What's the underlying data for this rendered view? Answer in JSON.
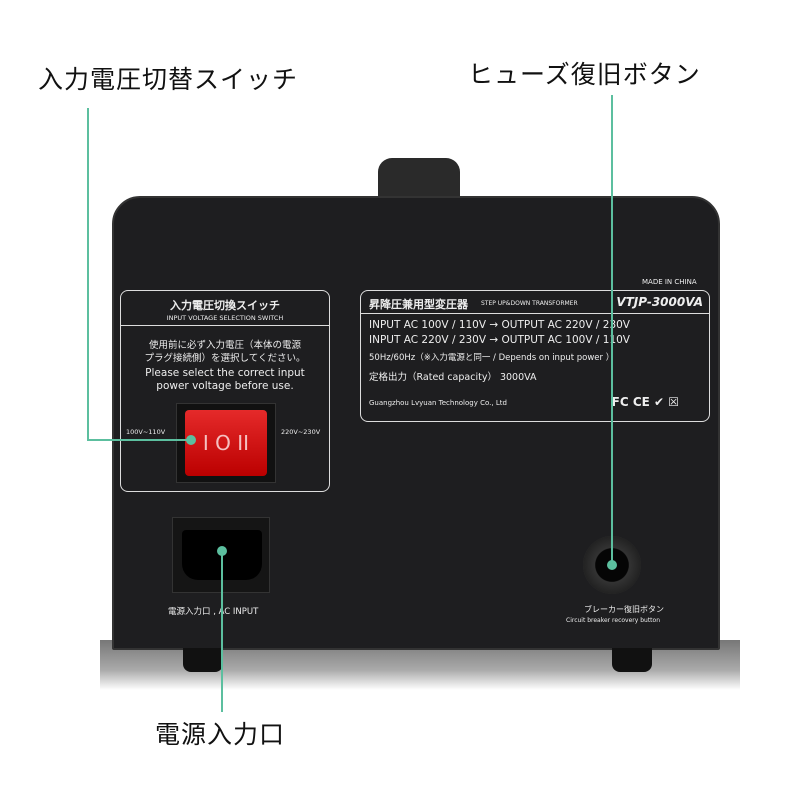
{
  "callouts": {
    "switch": "入力電圧切替スイッチ",
    "fuse": "ヒューズ復旧ボタン",
    "ac_input": "電源入力口"
  },
  "accent_color": "#5cbf9f",
  "switch_panel": {
    "title_jp": "入力電圧切換スイッチ",
    "title_en": "INPUT VOLTAGE SELECTION SWITCH",
    "note_jp_1": "使用前に必ず入力電圧（本体の電源",
    "note_jp_2": "プラグ接続側）を選択してください。",
    "note_en_1": "Please select the correct input",
    "note_en_2": "power voltage before use.",
    "left_label": "100V~110V",
    "right_label": "220V~230V",
    "rocker_symbol": "I O II"
  },
  "label_panel": {
    "made_in": "MADE IN CHINA",
    "title_jp": "昇降圧兼用型変圧器",
    "title_en": "STEP UP&DOWN TRANSFORMER",
    "model": "VTJP-3000VA",
    "line1": "INPUT AC 100V / 110V  →  OUTPUT AC 220V / 230V",
    "line2": "INPUT AC 220V / 230V  →  OUTPUT AC 100V / 110V",
    "line3": "50Hz/60Hz（※入力電源と同一 / Depends on input power ）",
    "line4": "定格出力（Rated capacity）  3000VA",
    "company": "Guangzhou Lvyuan Technology Co., Ltd",
    "marks": "FC CE ✔ ☒"
  },
  "ac_input_label": "電源入力口 , AC INPUT",
  "breaker": {
    "label_jp": "ブレーカー復旧ボタン",
    "label_en": "Circuit breaker recovery button"
  }
}
